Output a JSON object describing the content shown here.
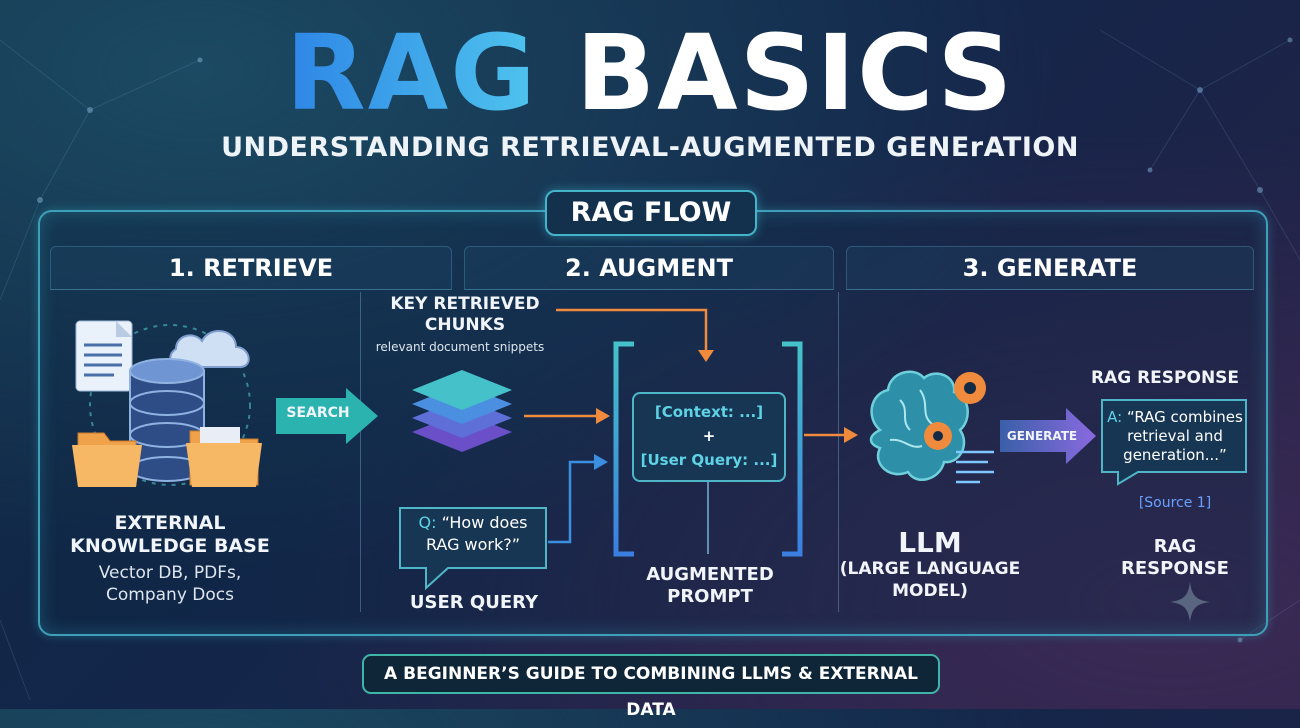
{
  "title": {
    "part1": "RAG",
    "part2": "BASICS"
  },
  "subtitle": "UNDERSTANDING RETRIEVAL-AUGMENTED GENErATION",
  "flow_label": "RAG FLOW",
  "phases": [
    "1. RETRIEVE",
    "2. AUGMENT",
    "3. GENERATE"
  ],
  "retrieve": {
    "kb_title_line1": "EXTERNAL",
    "kb_title_line2": "KNOWLEDGE BASE",
    "kb_desc_line1": "Vector DB, PDFs,",
    "kb_desc_line2": "Company Docs",
    "search_label": "SEARCH"
  },
  "augment": {
    "chunks_title_line1": "KEY RETRIEVED",
    "chunks_title_line2": "CHUNKS",
    "chunks_desc": "relevant document snippets",
    "query_q": "Q:",
    "query_line1": "“How does",
    "query_line2": "RAG work?”",
    "query_label": "USER QUERY",
    "prompt_line1": "[Context: ...]",
    "prompt_plus": "+",
    "prompt_line2": "[User Query: ...]",
    "prompt_label_line1": "AUGMENTED",
    "prompt_label_line2": "PROMPT"
  },
  "generate": {
    "llm_title": "LLM",
    "llm_desc_line1": "(LARGE LANGUAGE",
    "llm_desc_line2": "MODEL)",
    "generate_label": "GENERATE",
    "response_title": "RAG RESPONSE",
    "answer_a": "A:",
    "answer_line1": "“RAG combines",
    "answer_line2": "retrieval and",
    "answer_line3": "generation...”",
    "source": "[Source 1]",
    "response_label_line1": "RAG",
    "response_label_line2": "RESPONSE"
  },
  "footer": "A BEGINNER’S GUIDE TO COMBINING LLMS & EXTERNAL DATA",
  "colors": {
    "accent_teal": "#45b3c9",
    "accent_orange": "#f08a3c",
    "accent_blue": "#3a8fe0",
    "accent_purple": "#8a6ae0"
  }
}
